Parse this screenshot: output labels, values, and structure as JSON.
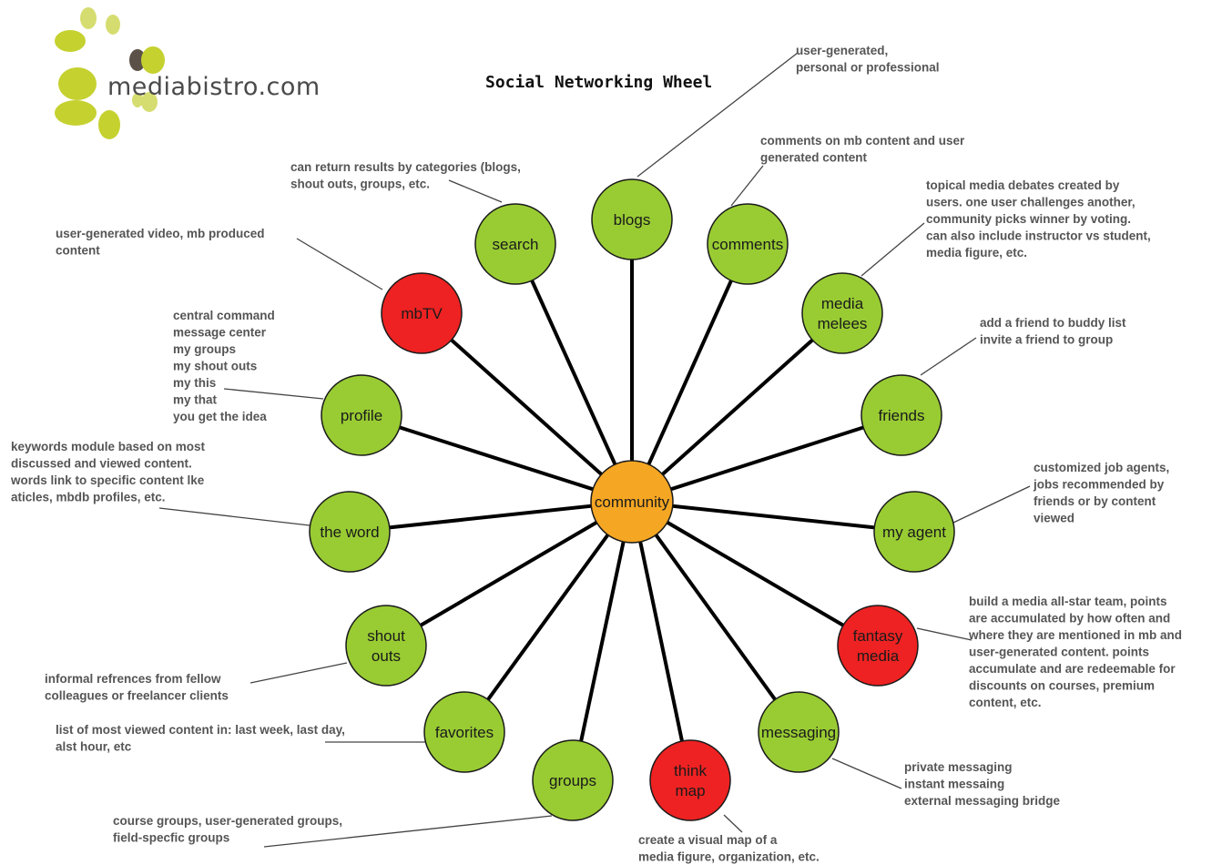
{
  "logo": {
    "text": "mediabistro.com",
    "dot_color": "#c5d12f",
    "dark_dot_color": "#5b5148"
  },
  "title": "Social Networking Wheel",
  "colors": {
    "spoke": "#000000",
    "green_node": "#99cc33",
    "red_node": "#ee2222",
    "center_node": "#f5a623",
    "leader_line": "#444444"
  },
  "center": {
    "label": [
      "community"
    ],
    "color": "center"
  },
  "nodes": [
    {
      "id": "blogs",
      "label": [
        "blogs"
      ],
      "color": "green",
      "note": [
        "user-generated,",
        " personal or professional"
      ]
    },
    {
      "id": "comments",
      "label": [
        "comments"
      ],
      "color": "green",
      "note": [
        "comments on mb content and user",
        "generated content"
      ]
    },
    {
      "id": "media-melees",
      "label": [
        "media",
        "melees"
      ],
      "color": "green",
      "note": [
        "topical media debates created by",
        "users. one user challenges another,",
        "community picks winner by voting.",
        "can also include instructor vs student,",
        "media figure, etc."
      ]
    },
    {
      "id": "friends",
      "label": [
        "friends"
      ],
      "color": "green",
      "note": [
        "add a friend to buddy list",
        "invite a friend to group"
      ]
    },
    {
      "id": "my-agent",
      "label": [
        "my agent"
      ],
      "color": "green",
      "note": [
        "customized job agents,",
        "jobs recommended by",
        "friends or by  content",
        "viewed"
      ]
    },
    {
      "id": "fantasy-media",
      "label": [
        "fantasy",
        "media"
      ],
      "color": "red",
      "note": [
        "build a media all-star team, points",
        "are accumulated by how often and",
        "where they are mentioned in mb and",
        "user-generated content. points",
        "accumulate and are redeemable for",
        "discounts on courses, premium",
        "content, etc."
      ]
    },
    {
      "id": "messaging",
      "label": [
        "messaging"
      ],
      "color": "green",
      "note": [
        "private messaging",
        "instant messaing",
        "external messaging bridge"
      ]
    },
    {
      "id": "think-map",
      "label": [
        "think",
        "map"
      ],
      "color": "red",
      "note": [
        "create a visual map of a",
        "media figure, organization, etc."
      ]
    },
    {
      "id": "groups",
      "label": [
        "groups"
      ],
      "color": "green",
      "note": [
        "course groups, user-generated groups,",
        "field-specfic groups"
      ]
    },
    {
      "id": "favorites",
      "label": [
        "favorites"
      ],
      "color": "green",
      "note": [
        "list of most viewed content in: last week, last day,",
        "alst hour, etc"
      ]
    },
    {
      "id": "shout-outs",
      "label": [
        "shout",
        "outs"
      ],
      "color": "green",
      "note": [
        "informal refrences from fellow",
        "colleagues or freelancer clients"
      ]
    },
    {
      "id": "the-word",
      "label": [
        "the word"
      ],
      "color": "green",
      "note": [
        "keywords module based on most",
        "discussed and viewed content.",
        "words link to specific content lke",
        "aticles, mbdb profiles, etc."
      ]
    },
    {
      "id": "profile",
      "label": [
        "profile"
      ],
      "color": "green",
      "note": [
        "central command",
        "message center",
        "my groups",
        "my shout outs",
        "my this",
        "my that",
        "you get the idea"
      ]
    },
    {
      "id": "mbtv",
      "label": [
        "mbTV"
      ],
      "color": "red",
      "note": [
        "user-generated video, mb produced",
        "content"
      ]
    },
    {
      "id": "search",
      "label": [
        "search"
      ],
      "color": "green",
      "note": [
        "can return results by categories (blogs,",
        "shout outs, groups, etc."
      ]
    }
  ]
}
